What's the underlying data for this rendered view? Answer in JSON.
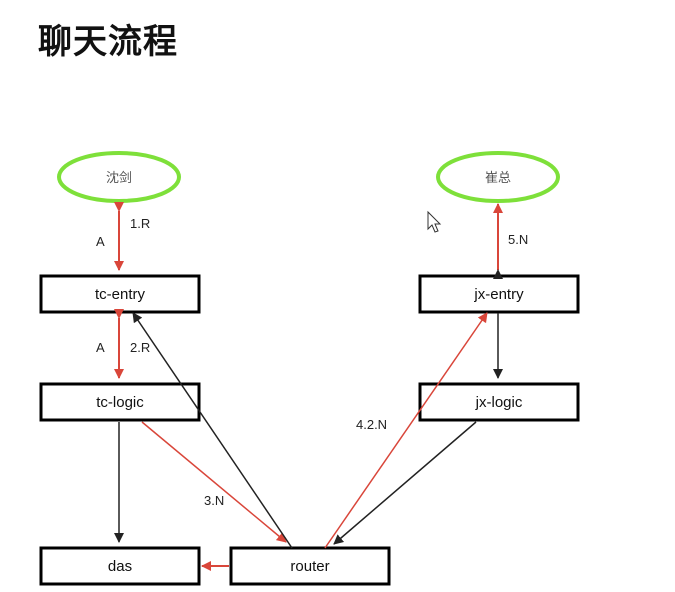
{
  "title": "聊天流程",
  "users": {
    "left": "沈剑",
    "right": "崔总"
  },
  "nodes": {
    "tc_entry": "tc-entry",
    "tc_logic": "tc-logic",
    "das": "das",
    "router": "router",
    "jx_entry": "jx-entry",
    "jx_logic": "jx-logic"
  },
  "edge_labels": {
    "user_to_tc_entry_left": "A",
    "user_to_tc_entry_right": "1.R",
    "tc_entry_logic_left": "A",
    "tc_entry_logic_right": "2.R",
    "tc_logic_to_router": "3.N",
    "router_to_jx_entry": "4.2.N",
    "jx_entry_to_user": "5.N"
  },
  "colors": {
    "red_arrow": "#d9463a",
    "black_arrow": "#222222",
    "user_outline": "#7ee03a"
  }
}
